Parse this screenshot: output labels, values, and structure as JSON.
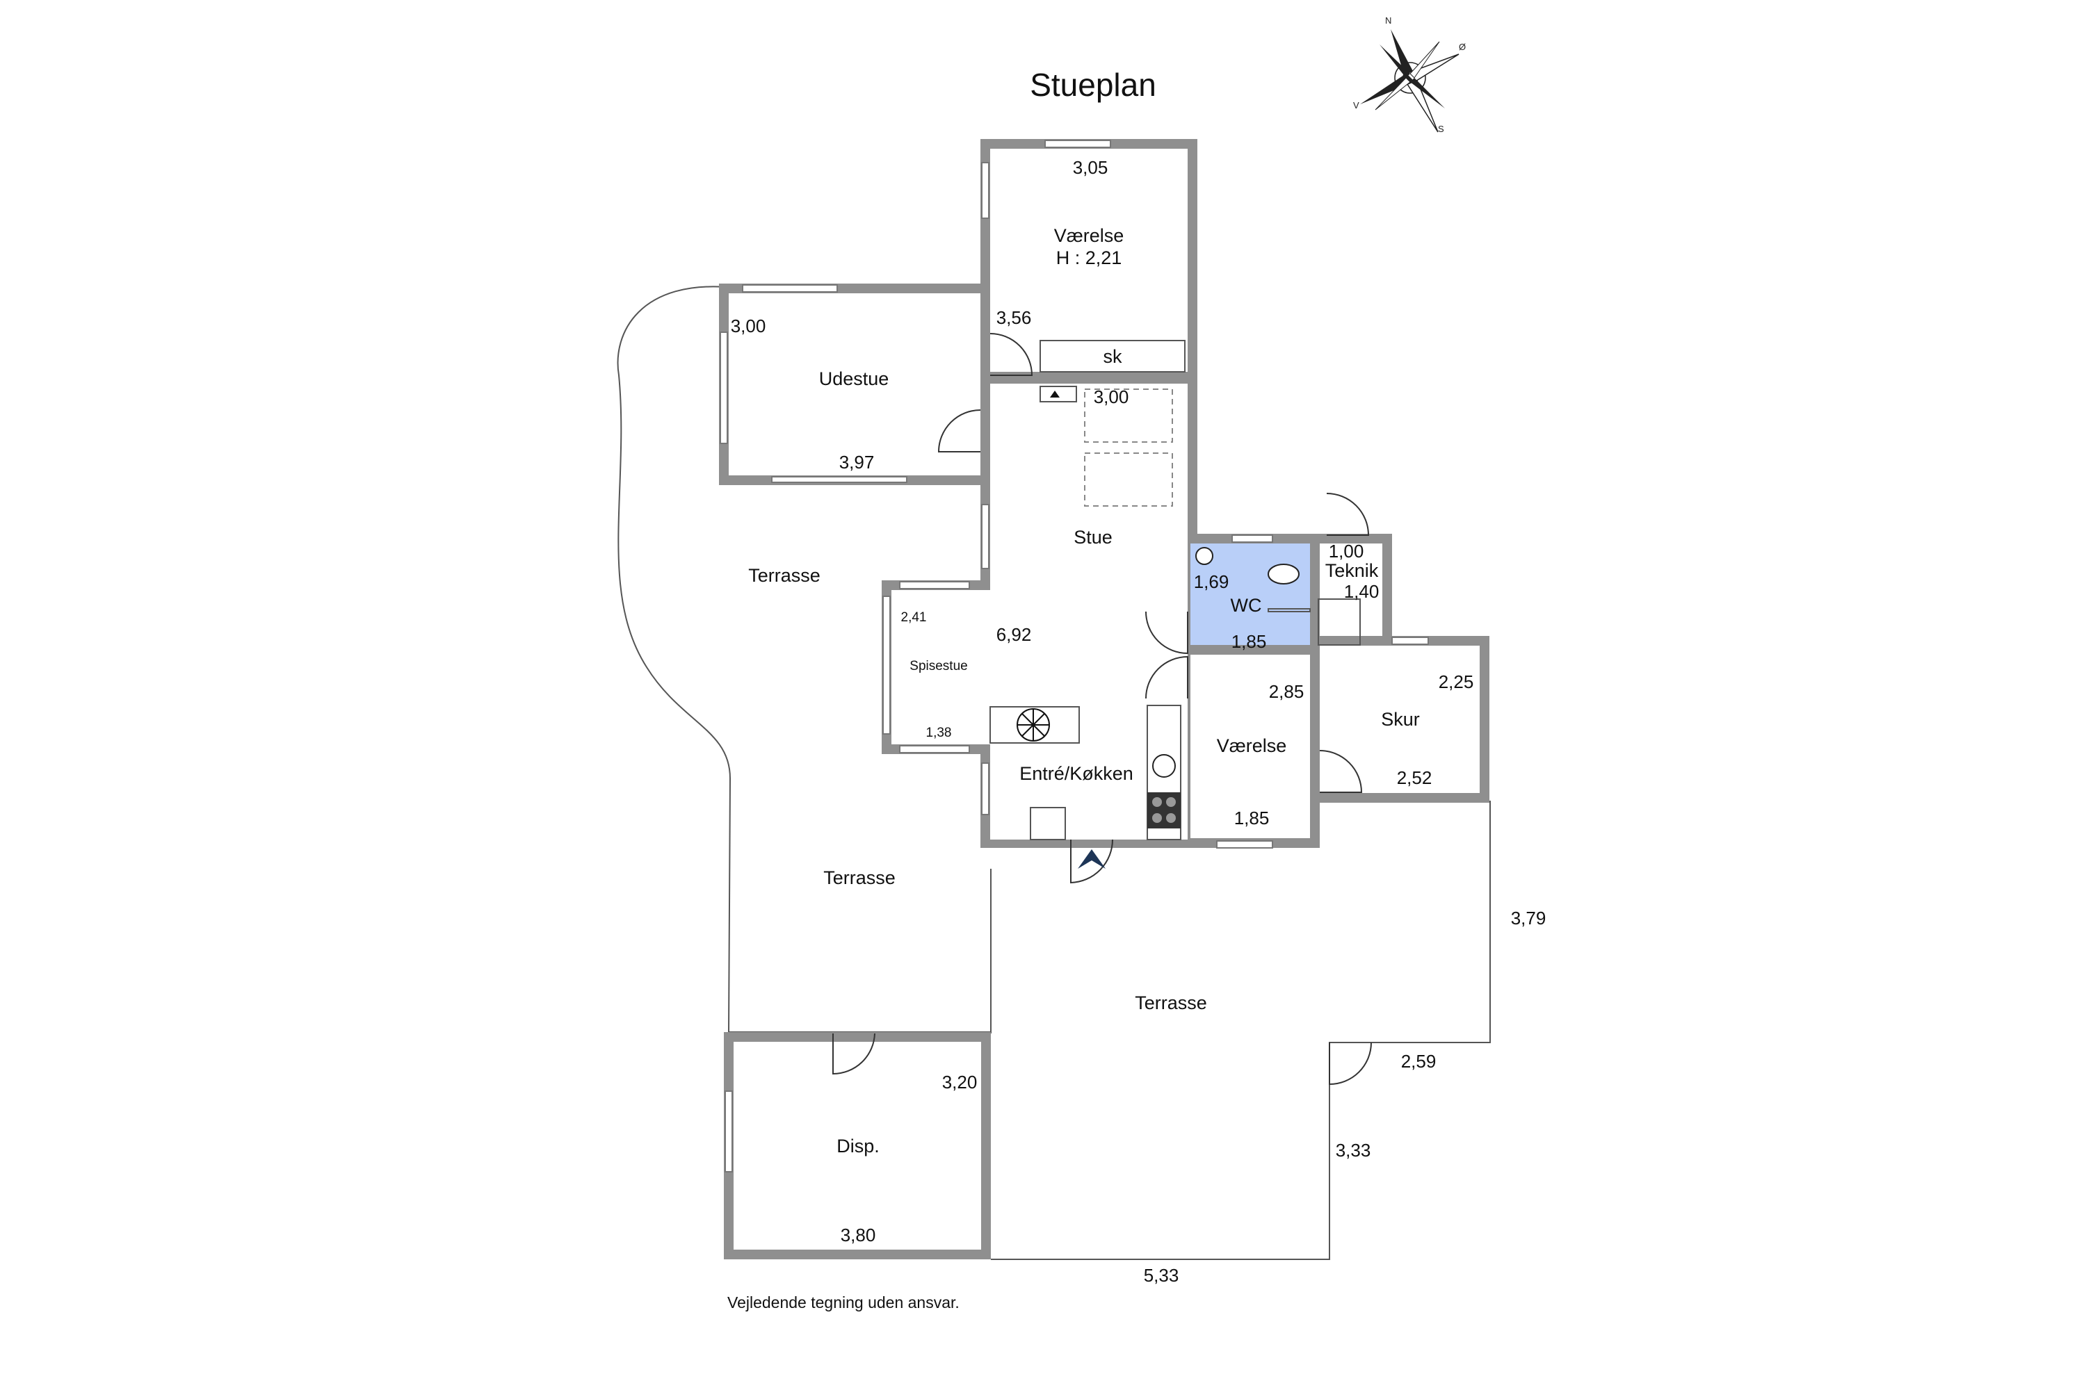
{
  "title": "Stueplan",
  "disclaimer": "Vejledende tegning uden ansvar.",
  "compass": {
    "n": "N",
    "o": "Ø",
    "s": "S",
    "v": "V"
  },
  "rooms": {
    "vaerelse_top": "Værelse",
    "vaerelse_top_height": "H : 2,21",
    "sk": "sk",
    "udestue": "Udestue",
    "stue": "Stue",
    "terrasse_left": "Terrasse",
    "spisestue": "Spisestue",
    "wc": "WC",
    "teknik": "Teknik",
    "entre_kokken": "Entré/Køkken",
    "vaerelse_mid": "Værelse",
    "skur": "Skur",
    "terrasse_mid": "Terrasse",
    "terrasse_right": "Terrasse",
    "disp": "Disp."
  },
  "dimensions": {
    "d_305": "3,05",
    "d_356": "3,56",
    "d_300_udestue": "3,00",
    "d_397": "3,97",
    "d_300_stue": "3,00",
    "d_692": "6,92",
    "d_241": "2,41",
    "d_138": "1,38",
    "d_169": "1,69",
    "d_185_wc": "1,85",
    "d_100": "1,00",
    "d_140": "1,40",
    "d_285": "2,85",
    "d_185_vaer": "1,85",
    "d_225": "2,25",
    "d_252": "2,52",
    "d_379": "3,79",
    "d_259": "2,59",
    "d_333": "3,33",
    "d_533": "5,33",
    "d_320": "3,20",
    "d_380": "3,80"
  },
  "colors": {
    "wc_fill": "#b9cff8",
    "wall": "#8f8f8f",
    "entrance_arrow": "#1d3557"
  }
}
